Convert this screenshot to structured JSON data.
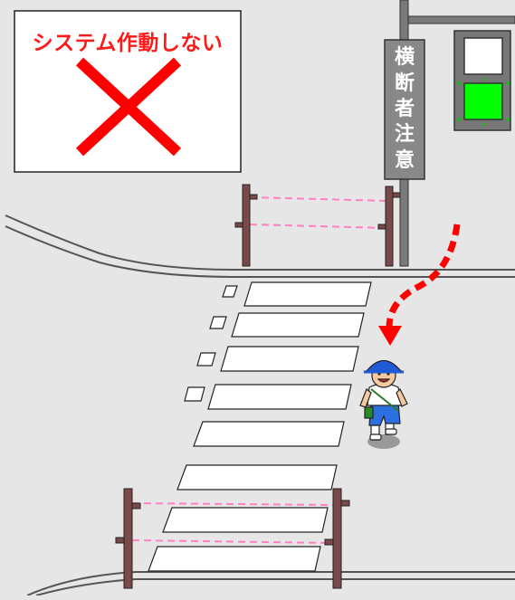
{
  "status_label": "システム作動しない",
  "status_mark": "cross-mark",
  "warning_sign": {
    "chars": [
      "横",
      "断",
      "者",
      "注",
      "意"
    ]
  },
  "traffic_signal": {
    "active_light": "green"
  },
  "colors": {
    "status_text": "#ff1a1a",
    "cross": "#ff0000",
    "signal_green": "#00ff00",
    "arrow": "#ff0000",
    "sensor_beam": "#ff80c0",
    "pole": "#7a4a4a",
    "road": "#e6e6e6",
    "sign_background": "#888888"
  },
  "icons": [
    "cross-mark-icon",
    "child-pedestrian-icon",
    "curved-arrow-icon"
  ]
}
